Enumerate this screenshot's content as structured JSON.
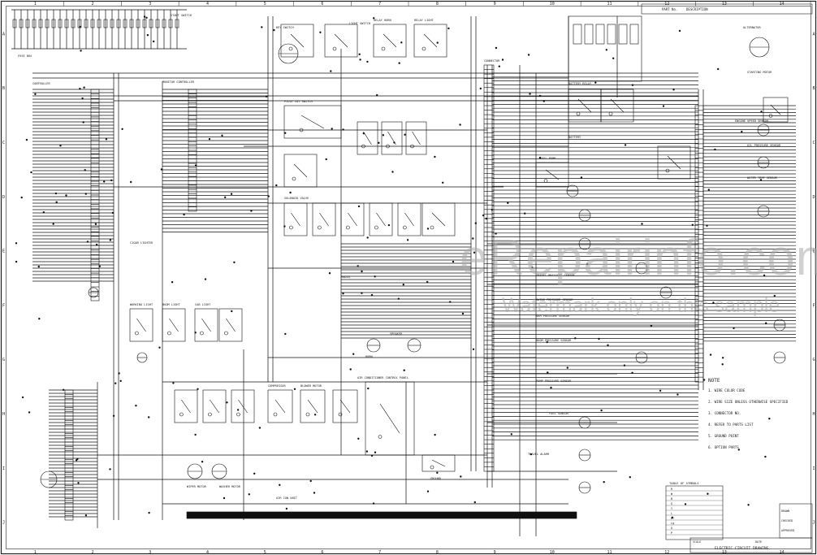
{
  "title_block": {
    "part_no_label": "PART No.",
    "description_label": "DESCRIPTION",
    "drawing_title": "ELECTRIC CIRCUIT DRAWING",
    "scale_label": "SCALE",
    "date_label": "DATE",
    "drawn_label": "DRAWN",
    "checked_label": "CHECKED",
    "approved_label": "APPROVED"
  },
  "column_markers": [
    "1",
    "2",
    "3",
    "4",
    "5",
    "6",
    "7",
    "8",
    "9",
    "10",
    "11",
    "12",
    "13",
    "14"
  ],
  "row_markers": [
    "A",
    "B",
    "C",
    "D",
    "E",
    "F",
    "G",
    "H",
    "I",
    "J"
  ],
  "components": {
    "start_switch": "START SWITCH",
    "key_switch": "KEY SWITCH",
    "light_switch": "LIGHT SWITCH",
    "relay_horn": "RELAY HORN",
    "relay_light": "RELAY LIGHT",
    "monitor_controller": "MONITOR CONTROLLER",
    "controller_main": "CONTROLLER",
    "fuse_box": "FUSE BOX",
    "battery_relay": "BATTERY RELAY",
    "battery": "BATTERY",
    "alternator": "ALTERNATOR",
    "starting_motor": "STARTING MOTOR",
    "fuel_pump": "FUEL PUMP",
    "fuel_sensor": "FUEL SENSOR",
    "water_temp_sensor": "WATER TEMP SENSOR",
    "oil_pressure_sensor": "OIL PRESSURE SENSOR",
    "engine_speed_sensor": "ENGINE SPEED SENSOR",
    "pump_pressure_sensor": "PUMP PRESSURE SENSOR",
    "boom_pressure_sensor": "BOOM PRESSURE SENSOR",
    "arm_pressure_sensor": "ARM PRESSURE SENSOR",
    "swing_pressure_sensor": "SWING PRESSURE SENSOR",
    "travel_pressure_sensor": "TRAVEL PRESSURE SENSOR",
    "solenoid_valve": "SOLENOID VALVE",
    "wiper_motor": "WIPER MOTOR",
    "washer_motor": "WASHER MOTOR",
    "horn": "HORN",
    "working_light": "WORKING LIGHT",
    "boom_light": "BOOM LIGHT",
    "cab_light": "CAB LIGHT",
    "cigar_lighter": "CIGAR LIGHTER",
    "radio": "RADIO",
    "speaker": "SPEAKER",
    "air_con_control": "AIR CONDITIONER CONTROL PANEL",
    "air_con_unit": "AIR CON UNIT",
    "compressor": "COMPRESSOR",
    "blower_motor": "BLOWER MOTOR",
    "pilot_cut_switch": "PILOT CUT SWITCH",
    "travel_alarm": "TRAVEL ALARM",
    "connector": "CONNECTOR",
    "ground": "GROUND"
  },
  "notes": {
    "heading": "NOTE",
    "lines": [
      "1. WIRE COLOR CODE",
      "2. WIRE SIZE UNLESS OTHERWISE SPECIFIED",
      "3. CONNECTOR NO.",
      "4. REFER TO PARTS LIST",
      "5. GROUND POINT",
      "6. OPTION PARTS"
    ]
  },
  "legend": {
    "heading": "TABLE OF SYMBOLS",
    "rows": [
      "R",
      "W",
      "B",
      "G",
      "Y",
      "L",
      "Br",
      "Lg",
      "O",
      "P"
    ]
  },
  "watermark": {
    "brand": "eRepairinfo.com",
    "note": "Watermark only on this sample"
  },
  "colors": {
    "ink": "#111111",
    "paper": "#ffffff",
    "watermark": "#aaaaaa"
  }
}
